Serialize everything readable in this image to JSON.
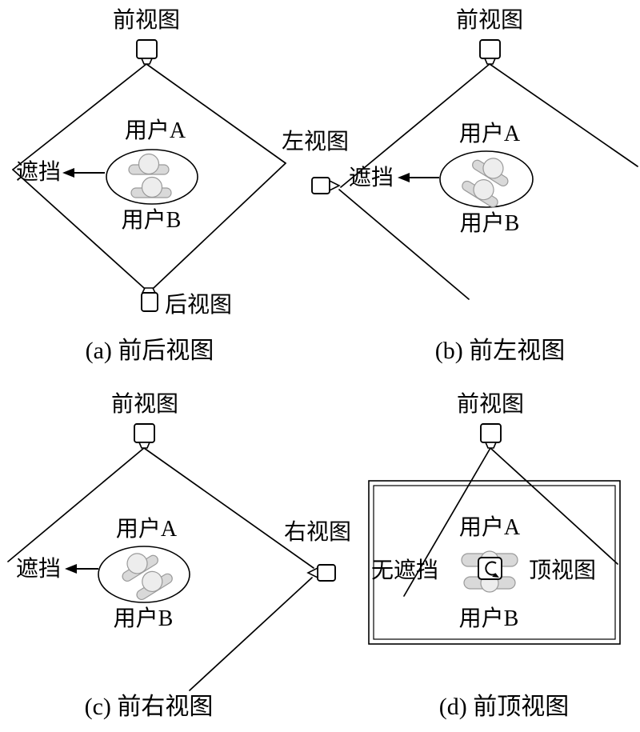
{
  "figure": {
    "panels": {
      "a": {
        "front_label": "前视图",
        "back_label": "后视图",
        "occlusion_label": "遮挡",
        "user_a_label": "用户A",
        "user_b_label": "用户B",
        "caption": "(a) 前后视图"
      },
      "b": {
        "front_label": "前视图",
        "side_label": "左视图",
        "occlusion_label": "遮挡",
        "user_a_label": "用户A",
        "user_b_label": "用户B",
        "caption": "(b) 前左视图"
      },
      "c": {
        "front_label": "前视图",
        "side_label": "右视图",
        "occlusion_label": "遮挡",
        "user_a_label": "用户A",
        "user_b_label": "用户B",
        "caption": "(c) 前右视图"
      },
      "d": {
        "front_label": "前视图",
        "side_label": "顶视图",
        "occlusion_label": "无遮挡",
        "user_a_label": "用户A",
        "user_b_label": "用户B",
        "caption": "(d) 前顶视图"
      }
    },
    "colors": {
      "line": "#000000",
      "user_fill": "#d9d9d9",
      "background": "#ffffff"
    }
  }
}
